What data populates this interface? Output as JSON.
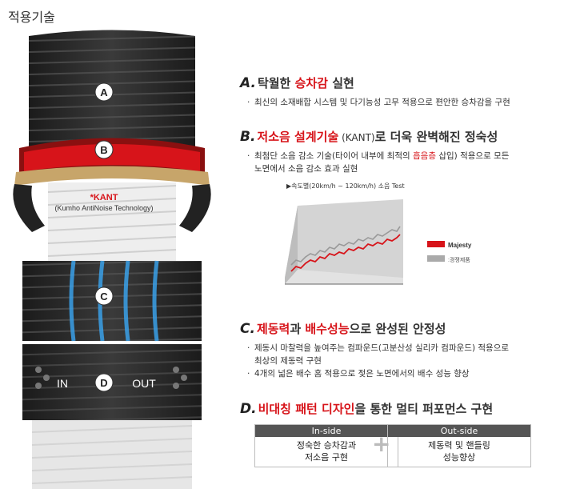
{
  "page_title": "적용기술",
  "tire": {
    "label_a": "A",
    "label_b": "B",
    "label_c": "C",
    "label_d": "D",
    "kant_title": "*KANT",
    "kant_desc": "(Kumho AntiNoise Technology)",
    "in_label": "IN",
    "out_label": "OUT"
  },
  "features": {
    "a": {
      "letter": "A.",
      "pre": "탁월한 ",
      "hl": "승차감",
      "post": " 실현",
      "bullets": [
        "최신의 소재배합 시스템 및 다기능성 고무 적용으로 편안한 승차감을 구현"
      ]
    },
    "b": {
      "letter": "B.",
      "hl": "저소음 설계기술",
      "small": " (KANT)",
      "post": "로 더욱 완벽해진 정숙성",
      "bullet_pre": "최첨단 소음 감소 기술(타이어 내부에 최적의 ",
      "bullet_red": "흡음층",
      "bullet_post": " 삽입) 적용으로 모든",
      "bullet_line2": "노면에서 소음 감소 효과 실현"
    },
    "c": {
      "letter": "C.",
      "hl1": "제동력",
      "mid": "과 ",
      "hl2": "배수성능",
      "post": "으로 완성된 안정성",
      "bullets": [
        "제동시 마찰력을 높여주는 컴파운드(고분산성 실리카 컴파운드) 적용으로",
        "최상의 제동력 구현",
        "4개의 넓은 배수 홈 적용으로 젖은 노면에서의 배수 성능 향상"
      ]
    },
    "d": {
      "letter": "D.",
      "hl": "비대칭 패턴 디자인",
      "post": "을 통한 멀티 퍼포먼스 구현"
    }
  },
  "chart_data": {
    "type": "line",
    "title": "▶속도별(20km/h ~ 120km/h) 소음 Test",
    "series": [
      {
        "name": "Majesty",
        "color": "#d7141a"
      },
      {
        "name": ":경쟁제품",
        "color": "#aaaaaa"
      }
    ]
  },
  "boxes": {
    "in": {
      "header": "In-side",
      "line1": "정숙한 승차감과",
      "line2": "저소음 구현"
    },
    "out": {
      "header": "Out-side",
      "line1": "제동력 및 핸들링",
      "line2": "성능향상"
    },
    "plus": "+"
  }
}
